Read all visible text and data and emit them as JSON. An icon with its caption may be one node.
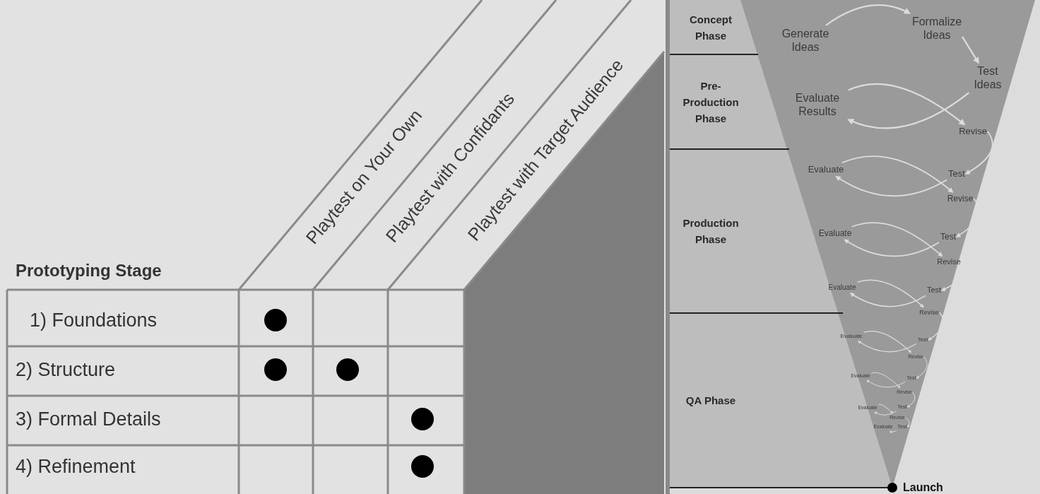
{
  "diagram": {
    "nodes": [
      {
        "text": [],
        "shape": "circle"
      },
      {
        "text": [],
        "shape": "circle"
      },
      {
        "text": [],
        "shape": "circle"
      },
      {
        "text": [],
        "shape": "circle"
      },
      {
        "text": [],
        "shape": "circle"
      },
      {
        "text": [
          "Concept Phase"
        ]
      },
      {
        "text": [
          "Pre-Production Phase"
        ]
      },
      {
        "text": [
          "Production Phase"
        ]
      },
      {
        "text": [
          "QA Phase"
        ]
      },
      {
        "text": [
          "Generate Ideas"
        ]
      },
      {
        "text": [
          "Formalize Ideas"
        ]
      },
      {
        "text": [
          "Test Ideas"
        ]
      },
      {
        "text": [
          "Evaluate Results"
        ]
      },
      {
        "text": [
          "Revise"
        ]
      },
      {
        "text": [
          "Evaluate"
        ]
      },
      {
        "text": [
          "Test"
        ]
      },
      {
        "text": [
          "Revise"
        ]
      },
      {
        "text": [
          "Evaluate"
        ]
      },
      {
        "text": [
          "Test"
        ]
      },
      {
        "text": [
          "Revise"
        ]
      },
      {
        "text": [
          "Evaluate"
        ]
      },
      {
        "text": [
          "Test"
        ]
      },
      {
        "text": [
          "Revise"
        ]
      },
      {
        "text": [
          "Evaluate"
        ]
      },
      {
        "text": [
          "Test"
        ]
      },
      {
        "text": [
          "Revise"
        ]
      },
      {
        "text": [
          "Evaluate"
        ]
      },
      {
        "text": [
          "Test"
        ]
      },
      {
        "text": [
          "Revise"
        ]
      },
      {
        "text": [
          "Evaluate"
        ]
      },
      {
        "text": [
          "Test"
        ]
      },
      {
        "text": [
          "Revise"
        ]
      },
      {
        "text": [
          "Evaluate"
        ]
      },
      {
        "text": [
          "Test"
        ]
      },
      {
        "text": [
          "Launch"
        ]
      }
    ],
    "edges": [
      {
        "from": 9,
        "to": 10,
        "arrow": "to"
      },
      {
        "from": 10,
        "to": 11,
        "arrow": "to"
      },
      {
        "from": 11,
        "to": 12,
        "arrow": "to"
      },
      {
        "from": 12,
        "to": 13,
        "arrow": "to"
      },
      {
        "from": 13,
        "to": 15,
        "arrow": "to"
      },
      {
        "from": 15,
        "to": 14,
        "arrow": "to"
      },
      {
        "from": 14,
        "to": 16,
        "arrow": "to"
      },
      {
        "from": 16,
        "to": 18,
        "arrow": "to"
      },
      {
        "from": 18,
        "to": 17,
        "arrow": "to"
      },
      {
        "from": 17,
        "to": 19,
        "arrow": "to"
      },
      {
        "from": 19,
        "to": 21,
        "arrow": "to"
      },
      {
        "from": 21,
        "to": 20,
        "arrow": "to"
      },
      {
        "from": 20,
        "to": 22,
        "arrow": "to"
      },
      {
        "from": 22,
        "to": 24,
        "arrow": "to"
      },
      {
        "from": 24,
        "to": 23,
        "arrow": "to"
      },
      {
        "from": 23,
        "to": 25,
        "arrow": "to"
      },
      {
        "from": 25,
        "to": 27,
        "arrow": "to"
      },
      {
        "from": 27,
        "to": 26,
        "arrow": "to"
      },
      {
        "from": 26,
        "to": 28,
        "arrow": "to"
      },
      {
        "from": 28,
        "to": 30,
        "arrow": "to"
      },
      {
        "from": 30,
        "to": 29,
        "arrow": "to"
      },
      {
        "from": 29,
        "to": 31,
        "arrow": "to"
      },
      {
        "from": 31,
        "to": 33,
        "arrow": "to"
      },
      {
        "from": 33,
        "to": 32,
        "arrow": "to"
      }
    ],
    "labels": [
      "Playtest on Your Own",
      "Playtest with Confidants",
      "Playtest with Target Audience",
      "Prototyping Stage",
      "1) Foundations",
      "2) Structure",
      "3) Formal Details",
      "4) Refinement"
    ]
  }
}
